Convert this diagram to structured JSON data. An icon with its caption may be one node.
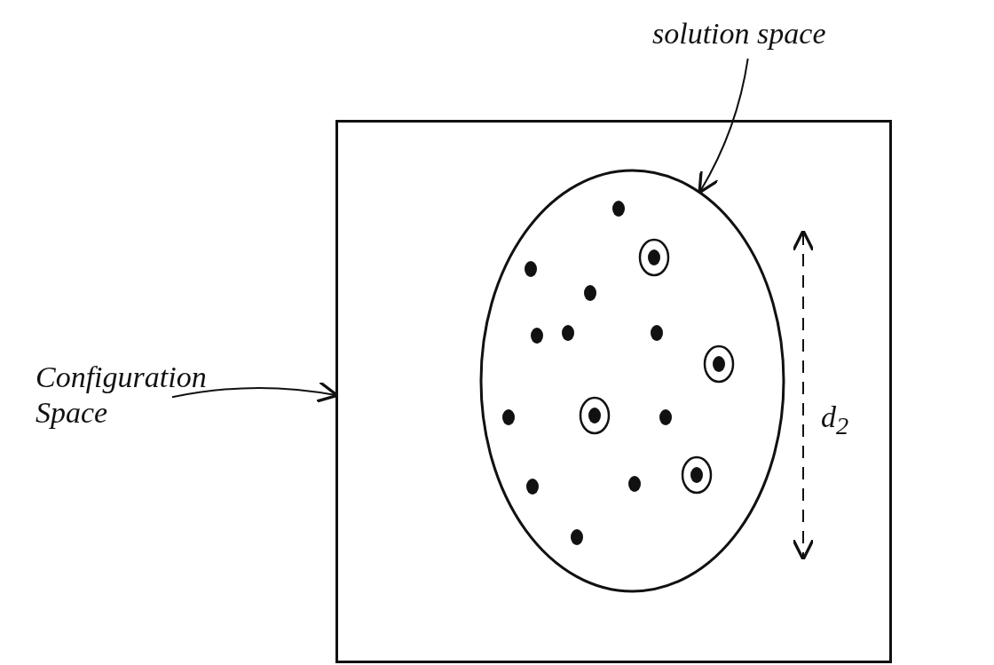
{
  "diagram": {
    "nodes": [
      {
        "text": [
          "Configuration Space"
        ]
      },
      {
        "text": [],
        "shape": "box"
      },
      {
        "text": [
          "solution space"
        ]
      },
      {
        "text": [],
        "shape": "ellipse",
        "in": 1
      }
    ],
    "edges": [
      {
        "from": 0,
        "to": 1,
        "arrow": "to"
      },
      {
        "from": 2,
        "to": 3,
        "arrow": "to"
      }
    ],
    "labels": [
      "d$_{2}$"
    ]
  }
}
